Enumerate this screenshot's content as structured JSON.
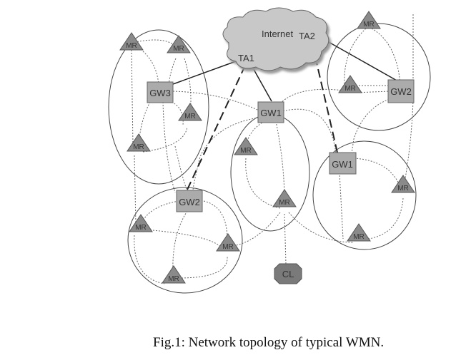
{
  "diagram": {
    "cloud_label": "Internet",
    "access_points": [
      {
        "id": "TA1",
        "label": "TA1"
      },
      {
        "id": "TA2",
        "label": "TA2"
      }
    ],
    "gateways": [
      {
        "id": "gw3",
        "label": "GW3"
      },
      {
        "id": "gw1a",
        "label": "GW1"
      },
      {
        "id": "gw2a",
        "label": "GW2"
      },
      {
        "id": "gw1b",
        "label": "GW1"
      },
      {
        "id": "gw2b",
        "label": "GW2"
      }
    ],
    "routers": {
      "label": "MR",
      "count": 13
    },
    "client": {
      "label": "CL"
    },
    "colors": {
      "cloud_fill": "#c8c8c8",
      "gateway_fill": "#ababab",
      "router_fill": "#8a8a8a",
      "client_fill": "#7a7a7a",
      "line": "#333333"
    }
  },
  "caption": "Fig.1: Network topology of typical WMN."
}
